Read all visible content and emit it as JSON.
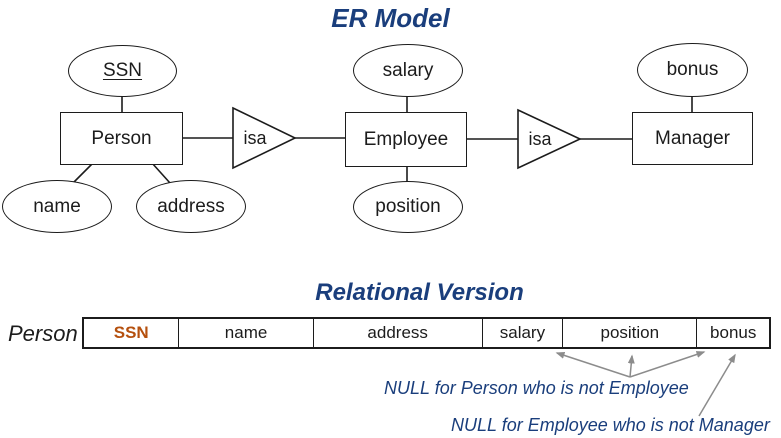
{
  "er": {
    "title": "ER Model",
    "entities": {
      "person": "Person",
      "employee": "Employee",
      "manager": "Manager"
    },
    "attributes": {
      "ssn": "SSN",
      "salary": "salary",
      "bonus": "bonus",
      "name": "name",
      "address": "address",
      "position": "position"
    },
    "key_attribute": "SSN",
    "isa1": "isa",
    "isa2": "isa"
  },
  "relational": {
    "title": "Relational Version",
    "table_name": "Person",
    "columns": [
      "SSN",
      "name",
      "address",
      "salary",
      "position",
      "bonus"
    ],
    "key_column": "SSN",
    "annotation_employee": "NULL for Person who is not Employee",
    "annotation_manager": "NULL for Employee who is not Manager"
  },
  "colors": {
    "heading": "#1a3e7c",
    "key_column": "#b5500e",
    "arrow": "#8c8c8c",
    "diagram_line": "#1c1c1c"
  }
}
